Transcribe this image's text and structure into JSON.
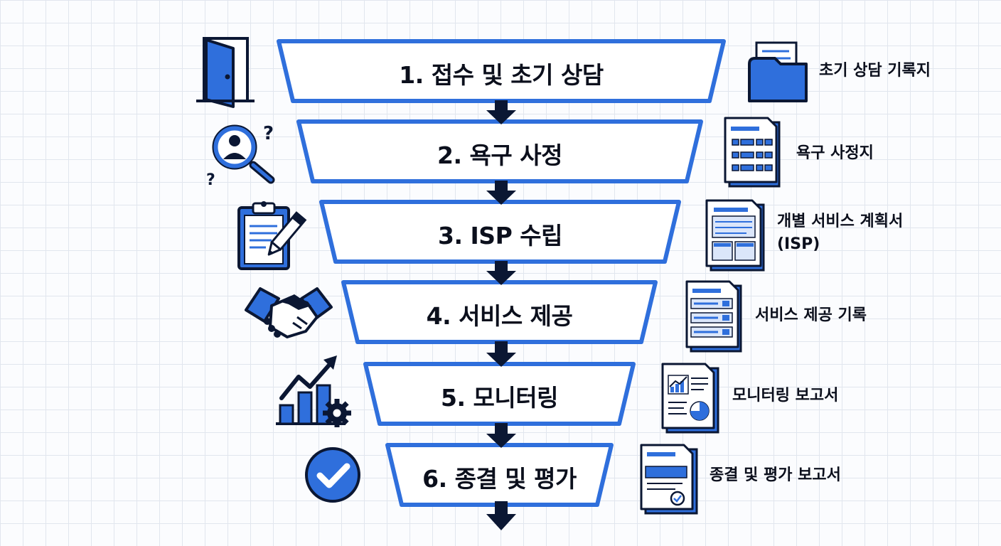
{
  "colors": {
    "blue": "#2f6fdc",
    "navy": "#0b1733",
    "ink": "#0b0f1c",
    "paper": "#ffffff",
    "light": "#dbe6fa"
  },
  "stages": [
    {
      "label": "1. 접수 및 초기 상담",
      "icon": "door-icon",
      "doc_icon": "folder-document-icon",
      "doc_label": "초기 상담 기록지",
      "doc_label2": ""
    },
    {
      "label": "2. 욕구 사정",
      "icon": "magnifier-person-icon",
      "doc_icon": "form-document-icon",
      "doc_label": "욕구 사정지",
      "doc_label2": ""
    },
    {
      "label": "3. ISP 수립",
      "icon": "clipboard-pencil-icon",
      "doc_icon": "plan-document-icon",
      "doc_label": "개별 서비스 계획서",
      "doc_label2": "(ISP)"
    },
    {
      "label": "4. 서비스 제공",
      "icon": "handshake-icon",
      "doc_icon": "record-document-icon",
      "doc_label": "서비스 제공 기록",
      "doc_label2": ""
    },
    {
      "label": "5. 모니터링",
      "icon": "growth-chart-gear-icon",
      "doc_icon": "report-document-icon",
      "doc_label": "모니터링 보고서",
      "doc_label2": ""
    },
    {
      "label": "6. 종결 및 평가",
      "icon": "checkmark-circle-icon",
      "doc_icon": "evaluation-document-icon",
      "doc_label": "종결 및 평가 보고서",
      "doc_label2": ""
    }
  ]
}
